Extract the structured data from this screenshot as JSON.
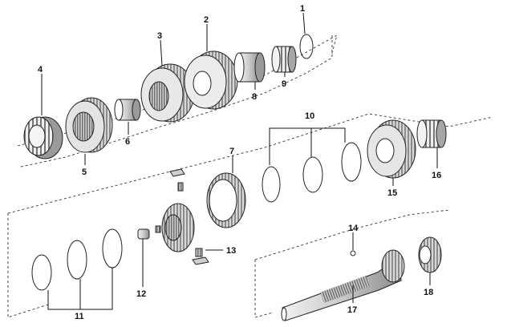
{
  "labels": {
    "p1": "1",
    "p2": "2",
    "p3": "3",
    "p4": "4",
    "p5": "5",
    "p6": "6",
    "p7": "7",
    "p8": "8",
    "p9": "9",
    "p10": "10",
    "p11": "11",
    "p12": "12",
    "p13": "13",
    "p14": "14",
    "p15": "15",
    "p16": "16",
    "p17": "17",
    "p18": "18"
  },
  "colors": {
    "ink": "#222222",
    "metal_light": "#e6e6e6",
    "metal_mid": "#b8b8b8",
    "metal_dark": "#7a7a7a"
  }
}
